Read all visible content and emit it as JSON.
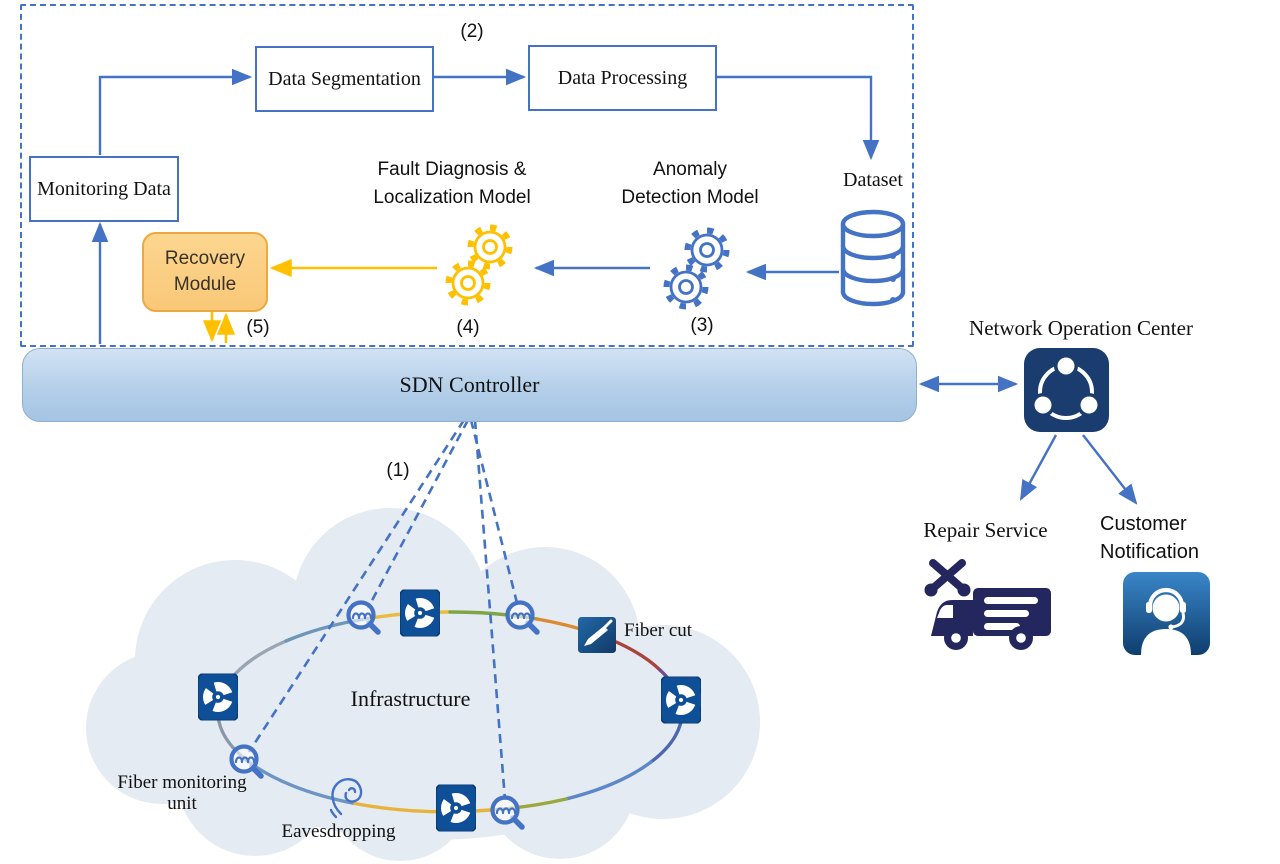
{
  "pipeline": {
    "monitoring_data": "Monitoring Data",
    "data_segmentation": "Data Segmentation",
    "data_processing": "Data Processing",
    "dataset": "Dataset",
    "fault_model": "Fault Diagnosis & Localization Model",
    "anomaly_model": "Anomaly Detection Model",
    "recovery_module": "Recovery Module",
    "sdn_controller": "SDN Controller"
  },
  "steps": {
    "s1": "(1)",
    "s2": "(2)",
    "s3": "(3)",
    "s4": "(4)",
    "s5": "(5)"
  },
  "right_side": {
    "noc": "Network Operation Center",
    "repair_service": "Repair Service",
    "customer_notification": "Customer Notification"
  },
  "infrastructure": {
    "label": "Infrastructure",
    "fiber_cut": "Fiber cut",
    "eavesdropping": "Eavesdropping",
    "fiber_monitoring_unit": "Fiber monitoring unit"
  },
  "icons": [
    "gear-sliders-icon",
    "share-network-icon",
    "repair-truck-icon",
    "headset-agent-icon",
    "database-icon",
    "gears-fault-icon",
    "gears-anomaly-icon",
    "fiber-monitor-magnifier-icon",
    "network-node-icon",
    "knife-fiber-cut-icon",
    "ear-eavesdropping-icon",
    "cloud-shape"
  ],
  "colors": {
    "accent_blue": "#4472C4",
    "gold": "#FFC000",
    "recovery_fill": "#FBD088",
    "recovery_border": "#EDA83E",
    "sdn_bar_fill": "#B4CFE9",
    "noc_navy": "#1A3C6E",
    "node_blue": "#0E4F97",
    "truck_navy": "#24265E",
    "cloud_fill": "#E5EBF2"
  }
}
